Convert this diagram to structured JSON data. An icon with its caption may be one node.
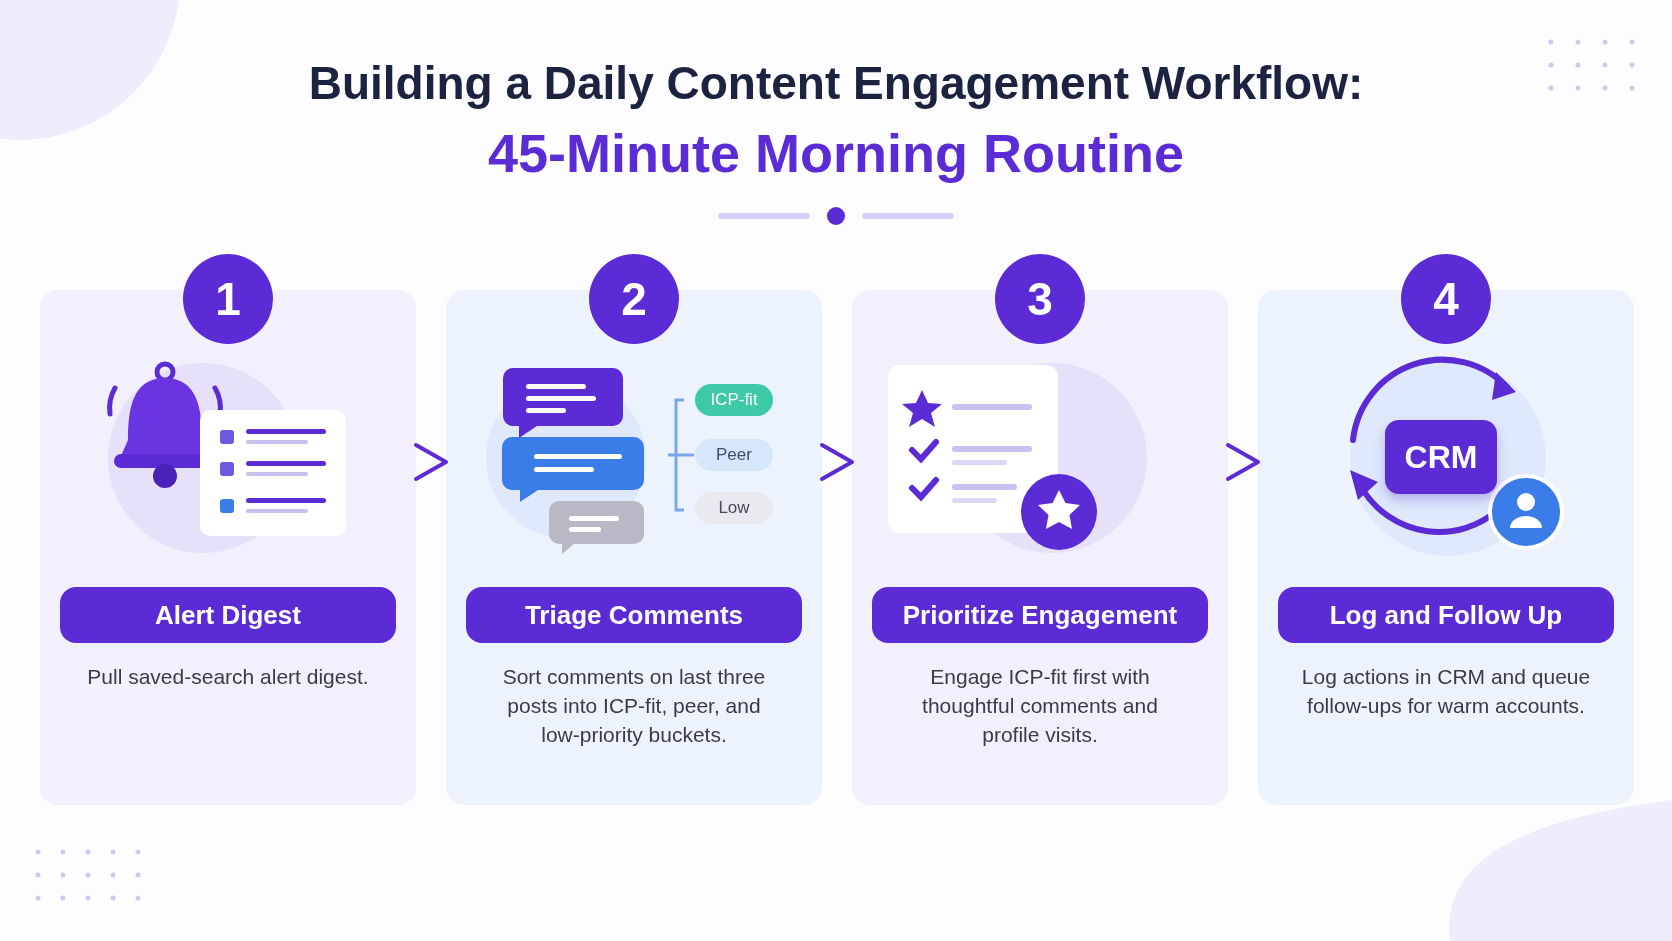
{
  "diagram": {
    "title": "Building a Daily Content Engagement Workflow:",
    "nodes": [
      {
        "text": [
          "1",
          "Alert Digest",
          "Pull saved-search alert digest."
        ]
      },
      {
        "text": [
          "2",
          "Triage Comments",
          "Sort comments on last three posts into ICP-fit, peer, and low-priority buckets."
        ]
      },
      {
        "text": [
          "ICP-fit"
        ],
        "in": 1
      },
      {
        "text": [
          "Peer"
        ],
        "in": 1
      },
      {
        "text": [
          "Low"
        ],
        "in": 1
      },
      {
        "text": [
          "3",
          "Prioritize Engagement",
          "Engage ICP-fit first with thoughtful comments and profile visits."
        ]
      },
      {
        "text": [
          "4",
          "Log and Follow Up",
          "Log actions in CRM and queue follow-ups for warm accounts."
        ]
      },
      {
        "text": [
          "CRM"
        ],
        "in": 6
      }
    ],
    "edges": [
      {
        "from": 0,
        "to": 1,
        "arrow": "to"
      },
      {
        "from": 1,
        "to": 5,
        "arrow": "to"
      },
      {
        "from": 5,
        "to": 6,
        "arrow": "to"
      }
    ],
    "labels": [
      "45-Minute Morning Routine"
    ]
  }
}
